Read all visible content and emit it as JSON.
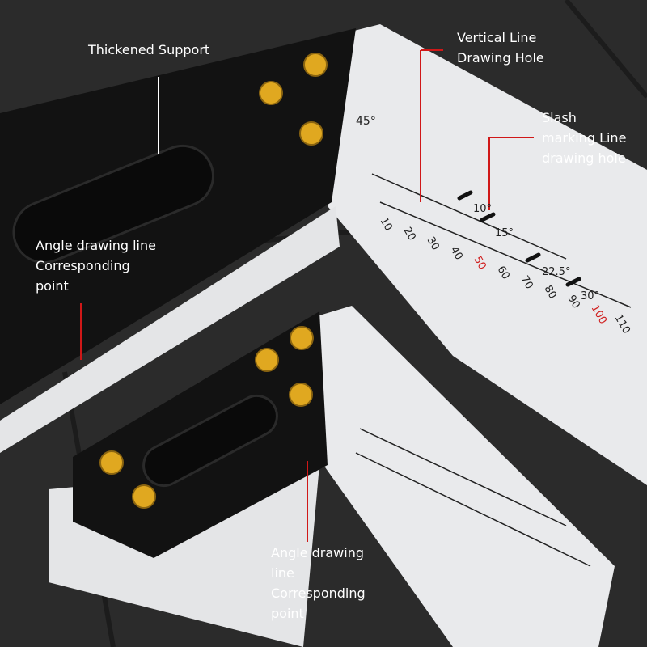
{
  "labels": {
    "thickened_support": "Thickened Support",
    "vertical_line_hole": "Vertical Line\nDrawing Hole",
    "slash_marking_hole": "Slash\nmarking Line\ndrawing hole",
    "angle_point_top": "Angle drawing line\nCorresponding\npoint",
    "angle_point_bottom": "Angle drawing\nline\nCorresponding\npoint"
  },
  "ruler_markings": {
    "angle": "45°",
    "big_blade_numbers": [
      "10",
      "20",
      "30",
      "40",
      "50",
      "60",
      "70",
      "80",
      "90",
      "100",
      "110"
    ],
    "angle_marks": [
      "10°",
      "15°",
      "22.5°",
      "30°"
    ]
  },
  "colors": {
    "background": "#2b2b2b",
    "blade": "#e9eaec",
    "block": "#121212",
    "screw": "#e0a820",
    "callout": "#d01818",
    "scale_red": "#d02020"
  }
}
